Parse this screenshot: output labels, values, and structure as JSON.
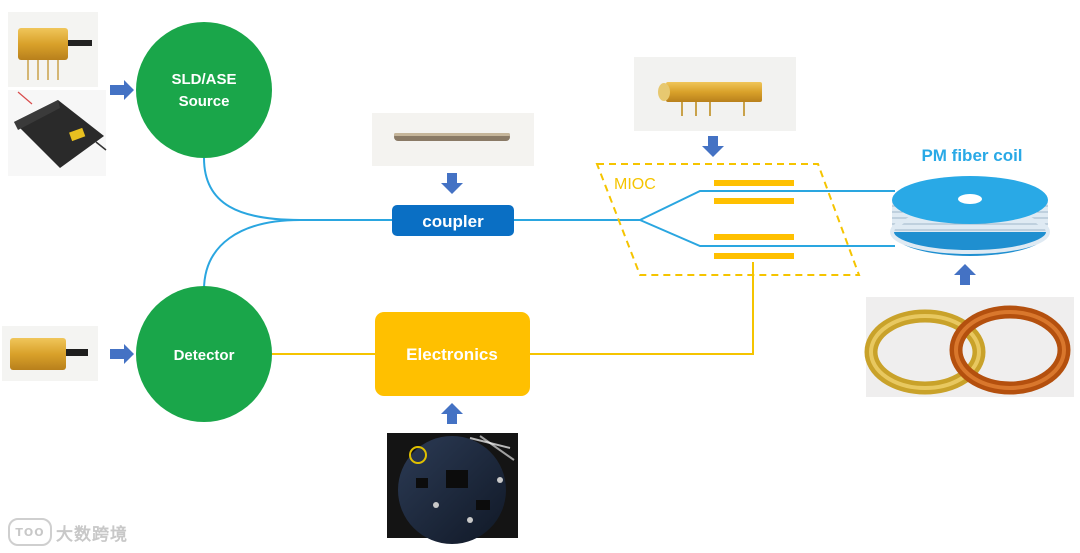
{
  "nodes": {
    "source_line1": "SLD/ASE",
    "source_line2": "Source",
    "detector": "Detector",
    "coupler": "coupler",
    "electronics": "Electronics",
    "mioc": "MIOC",
    "fiber_coil": "PM fiber coil"
  },
  "watermark": {
    "logo_text": "TOO",
    "text": "大数跨境"
  },
  "colors": {
    "green": "#1aa64a",
    "blue_line": "#2aa6e0",
    "coupler_blue": "#0a6fc4",
    "electronics_orange": "#ffc000",
    "yellow_line": "#f5c400",
    "arrow_blue": "#4472c4",
    "coil_blue": "#29a9e6"
  },
  "icons": {
    "arrows": "arrow-icon",
    "photos": "photo-thumbnail"
  }
}
